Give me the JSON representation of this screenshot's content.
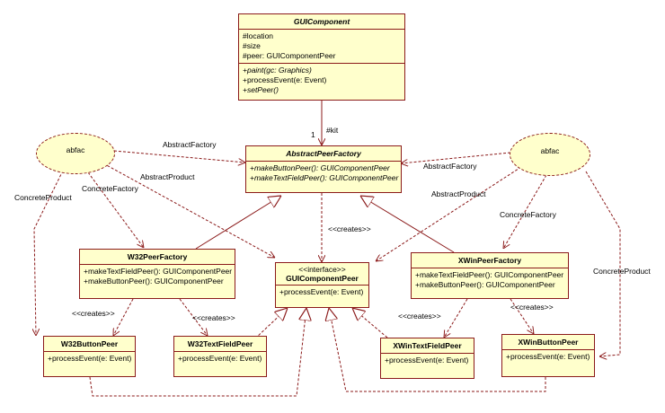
{
  "classes": {
    "gui_component": {
      "name": "GUIComponent",
      "attributes": [
        "#location",
        "#size",
        "#peer: GUIComponentPeer"
      ],
      "operations": [
        "+paint(gc: Graphics)",
        "+processEvent(e: Event)",
        "+setPeer()"
      ]
    },
    "abstract_peer_factory": {
      "name": "AbstractPeerFactory",
      "operations": [
        "+makeButtonPeer(): GUIComponentPeer",
        "+makeTextFieldPeer(): GUIComponentPeer"
      ]
    },
    "gui_component_peer": {
      "stereotype": "<<interface>>",
      "name": "GUIComponentPeer",
      "operations": [
        "+processEvent(e: Event)"
      ]
    },
    "w32_peer_factory": {
      "name": "W32PeerFactory",
      "operations": [
        "+makeTextFieldPeer(): GUIComponentPeer",
        "+makeButtonPeer(): GUIComponentPeer"
      ]
    },
    "xwin_peer_factory": {
      "name": "XWinPeerFactory",
      "operations": [
        "+makeTextFieldPeer(): GUIComponentPeer",
        "+makeButtonPeer(): GUIComponentPeer"
      ]
    },
    "w32_button_peer": {
      "name": "W32ButtonPeer",
      "operations": [
        "+processEvent(e: Event)"
      ]
    },
    "w32_textfield_peer": {
      "name": "W32TextFieldPeer",
      "operations": [
        "+processEvent(e: Event)"
      ]
    },
    "xwin_textfield_peer": {
      "name": "XWinTextFieldPeer",
      "operations": [
        "+processEvent(e: Event)"
      ]
    },
    "xwin_button_peer": {
      "name": "XWinButtonPeer",
      "operations": [
        "+processEvent(e: Event)"
      ]
    }
  },
  "collaborations": {
    "left": "abfac",
    "right": "abfac"
  },
  "labels": {
    "multiplicity": "1",
    "role_kit": "#kit",
    "abstract_factory_left": "AbstractFactory",
    "abstract_product_left": "AbstractProduct",
    "concrete_factory_left": "ConcreteFactory",
    "concrete_product_left": "ConcreteProduct",
    "abstract_factory_right": "AbstractFactory",
    "abstract_product_right": "AbstractProduct",
    "concrete_factory_right": "ConcreteFactory",
    "concrete_product_right": "ConcreteProduct",
    "creates_center": "<<creates>>",
    "creates_w32_button": "<<creates>>",
    "creates_w32_textfield": "<<creates>>",
    "creates_xwin_textfield": "<<creates>>",
    "creates_xwin_button": "<<creates>>"
  },
  "colors": {
    "fill": "#ffffcc",
    "line": "#8b1a1a"
  }
}
